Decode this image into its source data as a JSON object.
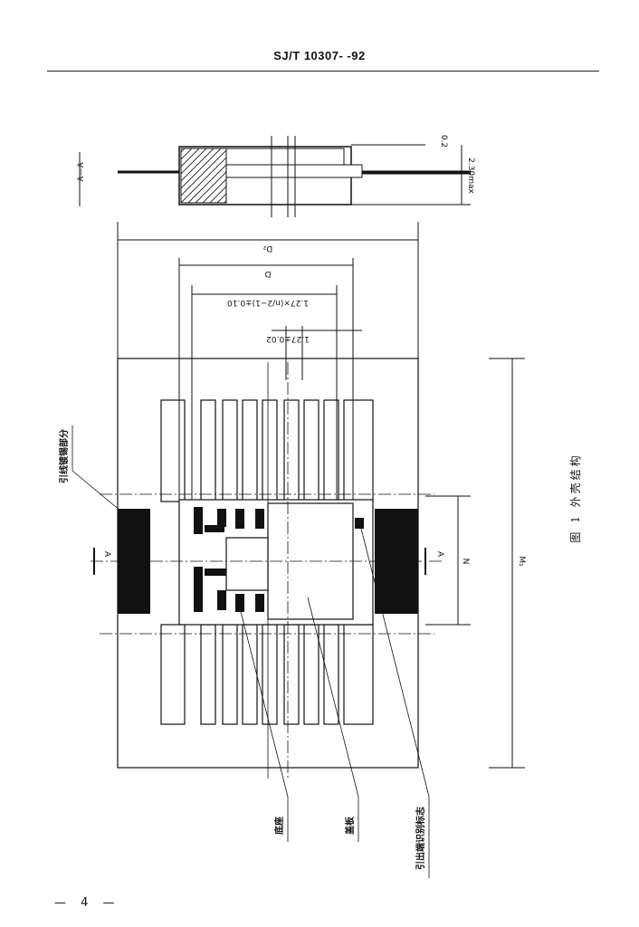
{
  "header": {
    "standard_no": "SJ/T 10307- -92"
  },
  "drawing": {
    "section_label": "A—A",
    "dim_thickness": "0.2",
    "dim_height": "2.30max",
    "dim_overall_width": "D₂",
    "dim_body_width": "D",
    "dim_pitch_total": "1.27×(n/2−1)±0.10",
    "dim_pitch": "1.27±0.02",
    "dim_body_length": "N",
    "dim_overall_length": "M₁",
    "section_marker": "A",
    "label_lead_coating": "引线镀锡部分",
    "label_base": "底座",
    "label_cover": "盖板",
    "label_pin_mark": "引出端识别标志"
  },
  "caption": "图 1 外壳结构",
  "page_number": "— 4 —"
}
